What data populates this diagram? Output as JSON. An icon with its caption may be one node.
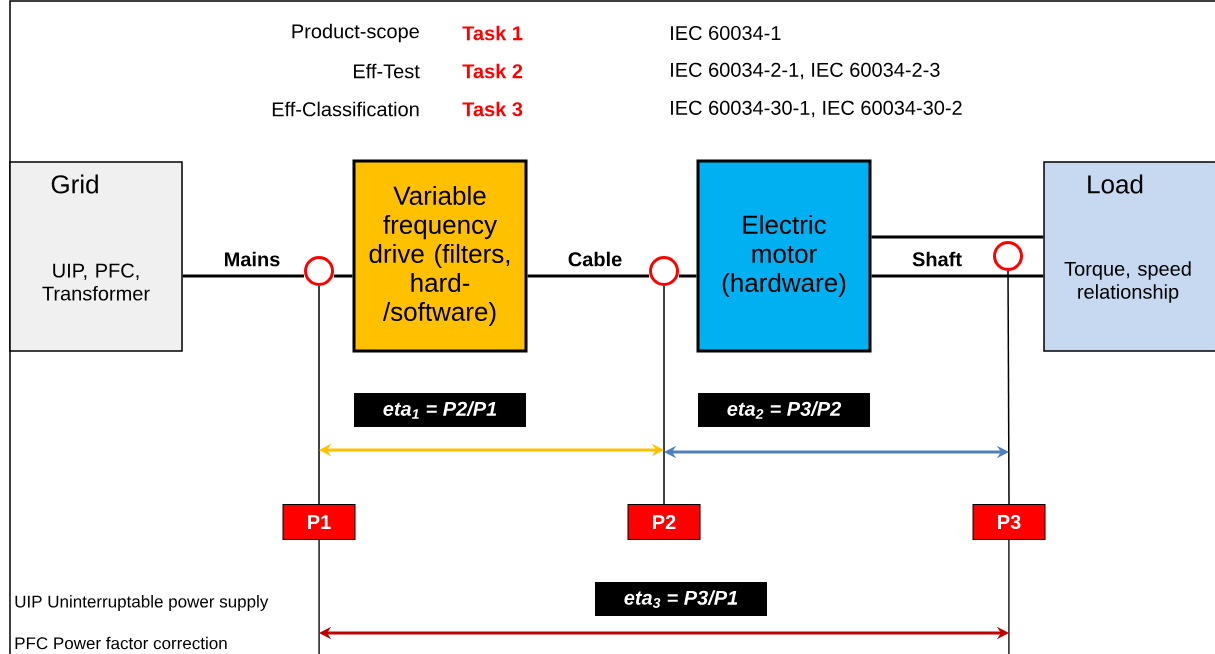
{
  "diagram": {
    "nodes": [
      {
        "text": [
          "Grid",
          "UIP, PFC, Transformer"
        ]
      },
      {
        "text": [
          "Variable frequency drive (filters, hard- /software)"
        ]
      },
      {
        "text": [
          "Electric motor (hardware)"
        ]
      },
      {
        "text": [
          "Load",
          "Torque, speed relationship"
        ]
      },
      {
        "text": [],
        "shape": "circle"
      },
      {
        "text": [],
        "shape": "circle"
      },
      {
        "text": [],
        "shape": "circle"
      },
      {
        "text": [
          "P1"
        ]
      },
      {
        "text": [
          "P2"
        ]
      },
      {
        "text": [
          "P3"
        ]
      }
    ],
    "edges": [
      {
        "from": 0,
        "to": 4,
        "arrow": "none",
        "label": "Mains"
      },
      {
        "from": 4,
        "to": 1,
        "arrow": "none"
      },
      {
        "from": 1,
        "to": 5,
        "arrow": "none",
        "label": "Cable"
      },
      {
        "from": 5,
        "to": 2,
        "arrow": "none"
      },
      {
        "from": 2,
        "to": 3,
        "arrow": "none",
        "label": "Shaft"
      },
      {
        "from": 4,
        "to": 7,
        "arrow": "none"
      },
      {
        "from": 5,
        "to": 8,
        "arrow": "none"
      },
      {
        "from": 6,
        "to": 9,
        "arrow": "none"
      },
      {
        "from": 7,
        "to": 8,
        "arrow": "both",
        "label": "eta$_{1}$ = P2/P1",
        "color": "#ffc000"
      },
      {
        "from": 8,
        "to": 9,
        "arrow": "both",
        "label": "eta$_{2}$ = P3/P2",
        "color": "#4f81bd"
      },
      {
        "from": 7,
        "to": 9,
        "arrow": "both",
        "label": "eta$_{3}$ = P3/P1",
        "color": "#c00000"
      }
    ],
    "labels": [
      "Product-scope",
      "Task 1",
      "IEC 60034-1",
      "Eff-Test",
      "Task 2",
      "IEC 60034-2-1, IEC 60034-2-3",
      "Eff-Classification",
      "Task 3",
      "IEC 60034-30-1, IEC 60034-30-2",
      "UIP Uninterruptable power supply",
      "PFC Power factor correction"
    ]
  }
}
